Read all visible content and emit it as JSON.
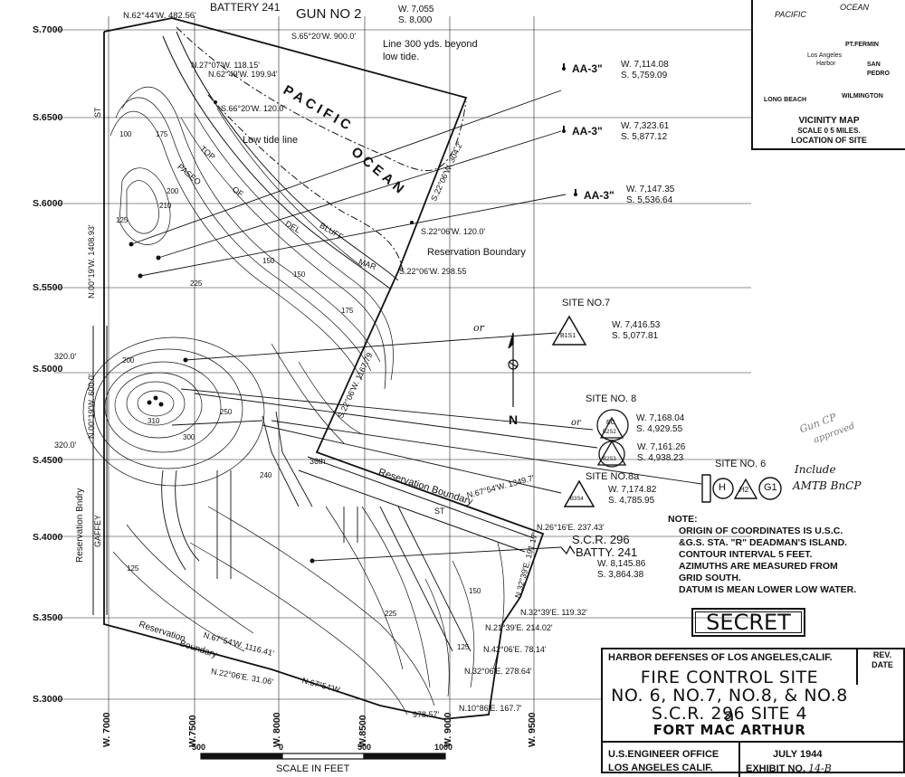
{
  "colors": {
    "ink": "#111111",
    "paper": "#ffffff"
  },
  "header": {
    "battery": "BATTERY 241",
    "gun": "GUN NO 2",
    "gun_coords": [
      "W. 7,055",
      "S. 8,000"
    ]
  },
  "bearings": {
    "b1": "N.62°44'W. 482.56'",
    "b2": "N.27°07'W. 118.15'",
    "b3": "N.62°49'W. 199.94'",
    "b4": "S.65°20'W. 900.0'",
    "b5": "S.66°20'W. 120.0'",
    "b6": "S.22°06'W. 304.2'",
    "b7": "S.22°06'W. 120.0'",
    "b8": "S.22°06'W. 298.55",
    "b9": "S.22°06'W. 1167.79",
    "b10": "N.00°19'W. 1408.93'",
    "b11": "N.00°19'W. 600.0'",
    "b12": "N.67°54'W. 1349.7'",
    "b13": "N.26°16'E. 237.43'",
    "b14": "N.32°39'E. 119.32'",
    "b15": "N.21°39'E. 214.02'",
    "b16": "N.42°06'E. 78.14'",
    "b17": "N.32°06'E. 278.64'",
    "b18": "N.10°86'E. 167.7'",
    "b19": "N.67°54'W. 1116.41'",
    "b20": "N.22°06'E. 31.06'",
    "b21": "N.67°54'W.",
    "b22": "978.57'",
    "b23": "N.32°39'E. 191.17'"
  },
  "labels": {
    "line300": "Line 300 yds. beyond",
    "lowtide_note": "low tide.",
    "low_tide_line": "Low tide line",
    "pacific": "PACIFIC",
    "ocean": "OCEAN",
    "top": "TOP",
    "paseo": "PASEO",
    "of": "OF",
    "del": "DEL",
    "bluff": "BLUFF",
    "mar": "MAR",
    "res_boundary": "Reservation Boundary",
    "res_boundary2": "Reservation Boundary",
    "res_boundary3": "Reservation",
    "res_boundary3b": "Boundary",
    "res_bndry_v": "Reservation Bndry",
    "gaffey": "GAFFEY",
    "st": "ST",
    "st36": "36th",
    "st_b": "ST",
    "n_arrow": "N",
    "pen_note1": "Include",
    "pen_note2": "AMTB BnCP",
    "pen_note3": "Gun CP",
    "pen_note4": "approved",
    "pen_or": "or",
    "pen_or2": "or"
  },
  "contours": [
    "100",
    "125",
    "150",
    "175",
    "200",
    "210",
    "225",
    "240",
    "250",
    "300",
    "310",
    "320.0'",
    "320.0'",
    "125",
    "200",
    "225",
    "150",
    "175",
    "125",
    "150"
  ],
  "aa_sites": [
    {
      "name": "AA-3\"",
      "w": "W. 7,114.08",
      "s": "S. 5,759.09"
    },
    {
      "name": "AA-3\"",
      "w": "W. 7,323.61",
      "s": "S. 5,877.12"
    },
    {
      "name": "AA-3\"",
      "w": "W. 7,147.35",
      "s": "S. 5,536.64"
    }
  ],
  "sites": {
    "site7": {
      "title": "SITE NO.7",
      "sym": "B1S1",
      "w": "W. 7,416.53",
      "s": "S. 5,077.81"
    },
    "site8": {
      "title": "SITE NO. 8",
      "sym1": "BC",
      "sym2": "B2S2",
      "w1": "W. 7,168.04",
      "s1": "S. 4,929.55",
      "sym3": "B2S3",
      "w2": "W. 7,161.26",
      "s2": "S. 4,938.23"
    },
    "site8a": {
      "title": "SITE NO.8a",
      "sym": "B3S4",
      "w": "W. 7,174.82",
      "s": "S. 4,785.95"
    },
    "site6": {
      "title": "SITE NO. 6",
      "h": "H",
      "h2": "H2",
      "g": "G1"
    },
    "scr": {
      "l1": "S.C.R. 296",
      "l2": "BATTY. 241",
      "w": "W. 8,145.86",
      "s": "S. 3,864.38"
    }
  },
  "note": {
    "head": "NOTE:",
    "lines": [
      "ORIGIN OF COORDINATES IS U.S.C.",
      "&G.S. STA. \"R\" DEADMAN'S ISLAND.",
      "CONTOUR INTERVAL 5 FEET.",
      "AZIMUTHS ARE MEASURED FROM",
      "GRID SOUTH.",
      "DATUM IS MEAN LOWER LOW WATER."
    ]
  },
  "secret": "SECRET",
  "title_block": {
    "org": "HARBOR DEFENSES OF LOS ANGELES,CALIF.",
    "rev": "REV.",
    "date": "DATE",
    "l1": "FIRE CONTROL SITE",
    "l2": "NO. 6, NO.7, NO.8, & NO.8 a",
    "l3": "S.C.R. 296 SITE 4",
    "l4": "FORT MAC ARTHUR",
    "office1": "U.S.ENGINEER OFFICE",
    "office2": "LOS ANGELES CALIF.",
    "month": "JULY 1944",
    "exhibit": "EXHIBIT NO.",
    "exhibit_no": "14-B"
  },
  "vicinity": {
    "pacific": "PACIFIC",
    "ocean": "OCEAN",
    "pt_fermin": "PT.FERMIN",
    "los_angeles": "Los Angeles",
    "harbor": "Harbor",
    "san": "SAN",
    "pedro": "PEDRO",
    "long_beach": "LONG BEACH",
    "wilmington": "WILMINGTON",
    "title": "VICINITY    MAP",
    "scale": "SCALE  0     5   MILES.",
    "loc": "LOCATION OF SITE"
  },
  "grid": {
    "south": [
      "S.7000",
      "S.6500",
      "S.6000",
      "S.5500",
      "S.5000",
      "S.4500",
      "S.4000",
      "S.3500",
      "S.3000"
    ],
    "west": [
      "W. 7000",
      "W.7500",
      "W. 8000",
      "W.8500",
      "W. 9000",
      "W. 9500"
    ]
  },
  "scale_bar": {
    "t0": "500",
    "t1": "0",
    "t2": "500",
    "t3": "1000",
    "label": "SCALE IN FEET"
  }
}
